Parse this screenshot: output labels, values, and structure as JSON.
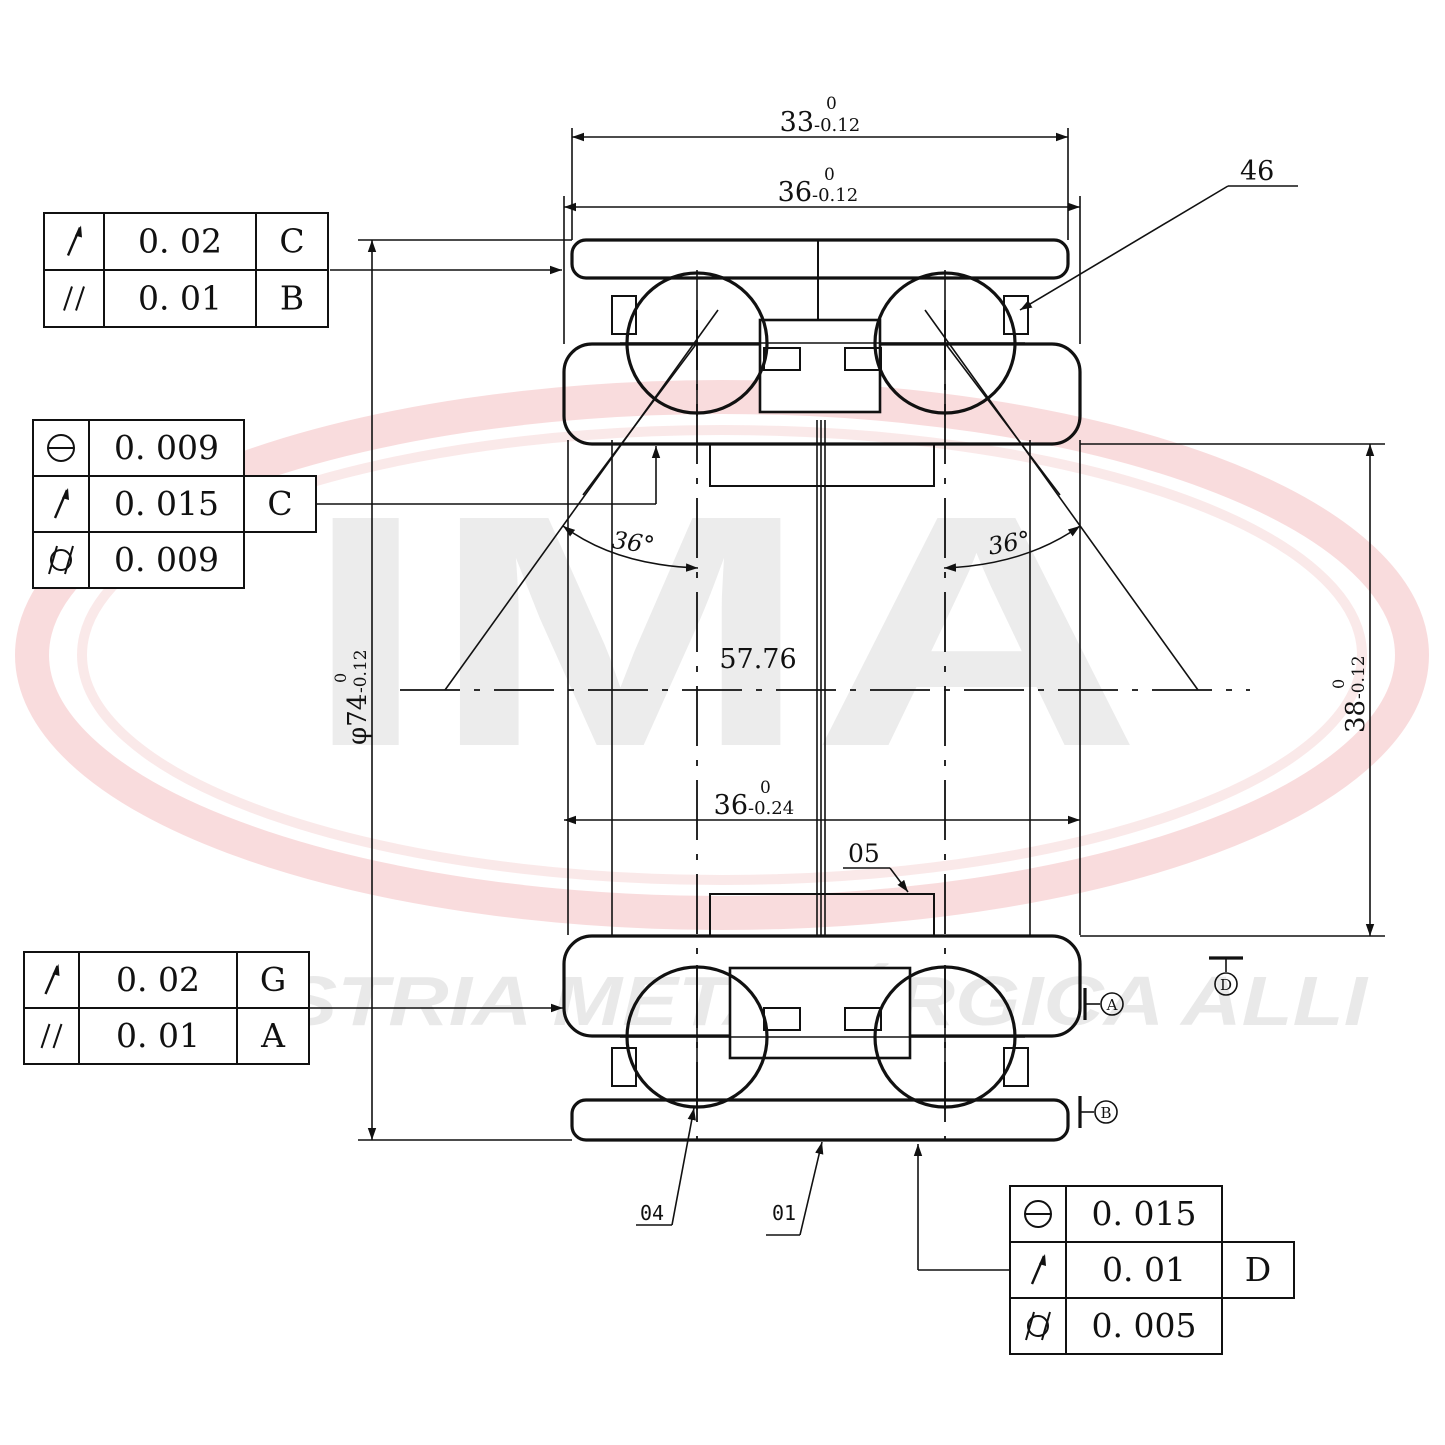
{
  "watermark": {
    "logo_text": "IMA",
    "company_name": "INDÚSTRIA METALÚRGICA ALLI",
    "ring_color": "#e8343a",
    "letter_color": "#c8c8c8"
  },
  "dimensions": {
    "top_width_main": "33",
    "top_width_upper": "0",
    "top_width_lower": "-0.12",
    "outer_width_main": "36",
    "outer_width_upper": "0",
    "outer_width_lower": "-0.12",
    "inner_width_main": "36",
    "inner_width_upper": "0",
    "inner_width_lower": "-0.24",
    "outer_diameter_main": "φ74",
    "outer_diameter_upper": "0",
    "outer_diameter_lower": "-0.12",
    "bore_main": "38",
    "bore_upper": "0",
    "bore_lower": "-0.12",
    "pitch": "57.76",
    "angle_left": "36°",
    "angle_right": "36°"
  },
  "part_labels": {
    "seal": "46",
    "spacer": "05",
    "ball": "04",
    "outer_ring": "01"
  },
  "datums": {
    "A": "A",
    "B": "B",
    "D": "D"
  },
  "tolerance_frames": {
    "top_left": [
      {
        "symbol": "runout-icon",
        "value": "0. 02",
        "datum": "C"
      },
      {
        "symbol": "parallelism-icon",
        "value": "0. 01",
        "datum": "B"
      }
    ],
    "mid_left": [
      {
        "symbol": "roundness-icon",
        "value": "0. 009",
        "datum": ""
      },
      {
        "symbol": "runout-icon",
        "value": "0. 015",
        "datum": "C"
      },
      {
        "symbol": "cylindricity-icon",
        "value": "0. 009",
        "datum": ""
      }
    ],
    "bottom_left": [
      {
        "symbol": "runout-icon",
        "value": "0. 02",
        "datum": "G"
      },
      {
        "symbol": "parallelism-icon",
        "value": "0. 01",
        "datum": "A"
      }
    ],
    "bottom_right": [
      {
        "symbol": "roundness-icon",
        "value": "0. 015",
        "datum": ""
      },
      {
        "symbol": "runout-icon",
        "value": "0. 01",
        "datum": "D"
      },
      {
        "symbol": "cylindricity-icon",
        "value": "0. 005",
        "datum": ""
      }
    ]
  }
}
